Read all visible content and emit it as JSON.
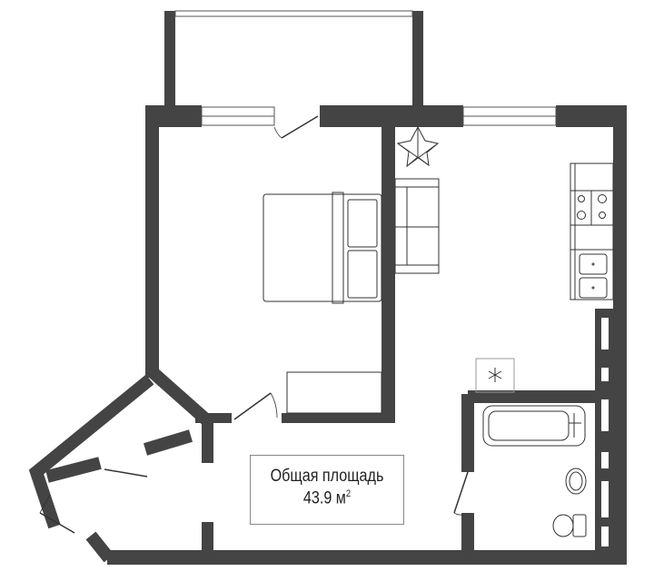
{
  "plan": {
    "area_label": "Общая площадь",
    "area_value": "43.9 м",
    "area_unit_sup": "2"
  },
  "colors": {
    "wall": "#444444",
    "line": "#333333"
  }
}
